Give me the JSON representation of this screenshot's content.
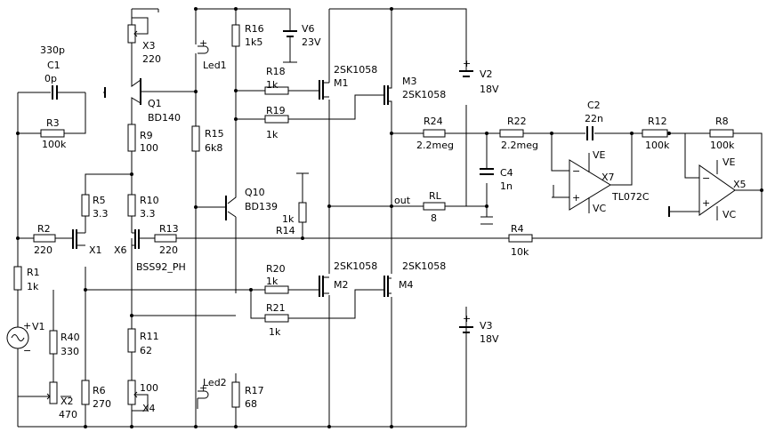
{
  "labels": {
    "c1_top": "330p",
    "c1_name": "C1",
    "c1_value": "0p",
    "r3_name": "R3",
    "r3_value": "100k",
    "x3_name": "X3",
    "x3_value": "220",
    "q1_name": "Q1",
    "q1_part": "BD140",
    "r9_name": "R9",
    "r9_value": "100",
    "r16_name": "R16",
    "r16_value": "1k5",
    "led1": "Led1",
    "v6_name": "V6",
    "v6_value": "23V",
    "r18_name": "R18",
    "r18_value": "1k",
    "r19_name": "R19",
    "r19_value": "1k",
    "m1_part": "2SK1058",
    "m1_name": "M1",
    "m3_name": "M3",
    "m3_part": "2SK1058",
    "v2_name": "V2",
    "v2_value": "18V",
    "r15_name": "R15",
    "r15_value": "6k8",
    "r5_name": "R5",
    "r5_value": "3.3",
    "r10_name": "R10",
    "r10_value": "3.3",
    "q10_name": "Q10",
    "q10_part": "BD139",
    "r14_value": "1k",
    "r14_name": "R14",
    "r24_name": "R24",
    "r24_value": "2.2meg",
    "r22_name": "R22",
    "r22_value": "2.2meg",
    "c2_name": "C2",
    "c2_value": "22n",
    "r12_name": "R12",
    "r12_value": "100k",
    "r8_name": "R8",
    "r8_value": "100k",
    "c4_name": "C4",
    "c4_value": "1n",
    "x7_name": "X7",
    "x7_part": "TL072C",
    "x7_ve": "VE",
    "x7_vc": "VC",
    "x5_name": "X5",
    "x5_ve": "VE",
    "x5_vc": "VC",
    "out_label": "out",
    "rl_name": "RL",
    "rl_value": "8",
    "r2_name": "R2",
    "r2_value": "220",
    "x1_name": "X1",
    "x6_name": "X6",
    "bss_part": "BSS92_PH",
    "r13_name": "R13",
    "r13_value": "220",
    "r4_name": "R4",
    "r4_value": "10k",
    "r1_name": "R1",
    "r1_value": "1k",
    "v1_name": "V1",
    "r20_name": "R20",
    "r20_value": "1k",
    "r21_name": "R21",
    "r21_value": "1k",
    "m2_part": "2SK1058",
    "m2_name": "M2",
    "m4_part": "2SK1058",
    "m4_name": "M4",
    "v3_name": "V3",
    "v3_value": "18V",
    "r40_name": "R40",
    "r40_value": "330",
    "r11_name": "R11",
    "r11_value": "62",
    "x4_value": "100",
    "x4_name": "X4",
    "led2": "Led2",
    "r17_name": "R17",
    "r17_value": "68",
    "x2_name": "X2",
    "x2_value": "470",
    "r6_name": "R6",
    "r6_value": "270",
    "v1_plus": "+",
    "v1_minus": "−",
    "led1_plus": "+",
    "led2_plus": "+",
    "v2_plus": "+",
    "v3_plus": "+",
    "x7_minus": "−",
    "x7_plus": "+",
    "x5_minus": "−",
    "x5_plus": "+"
  }
}
